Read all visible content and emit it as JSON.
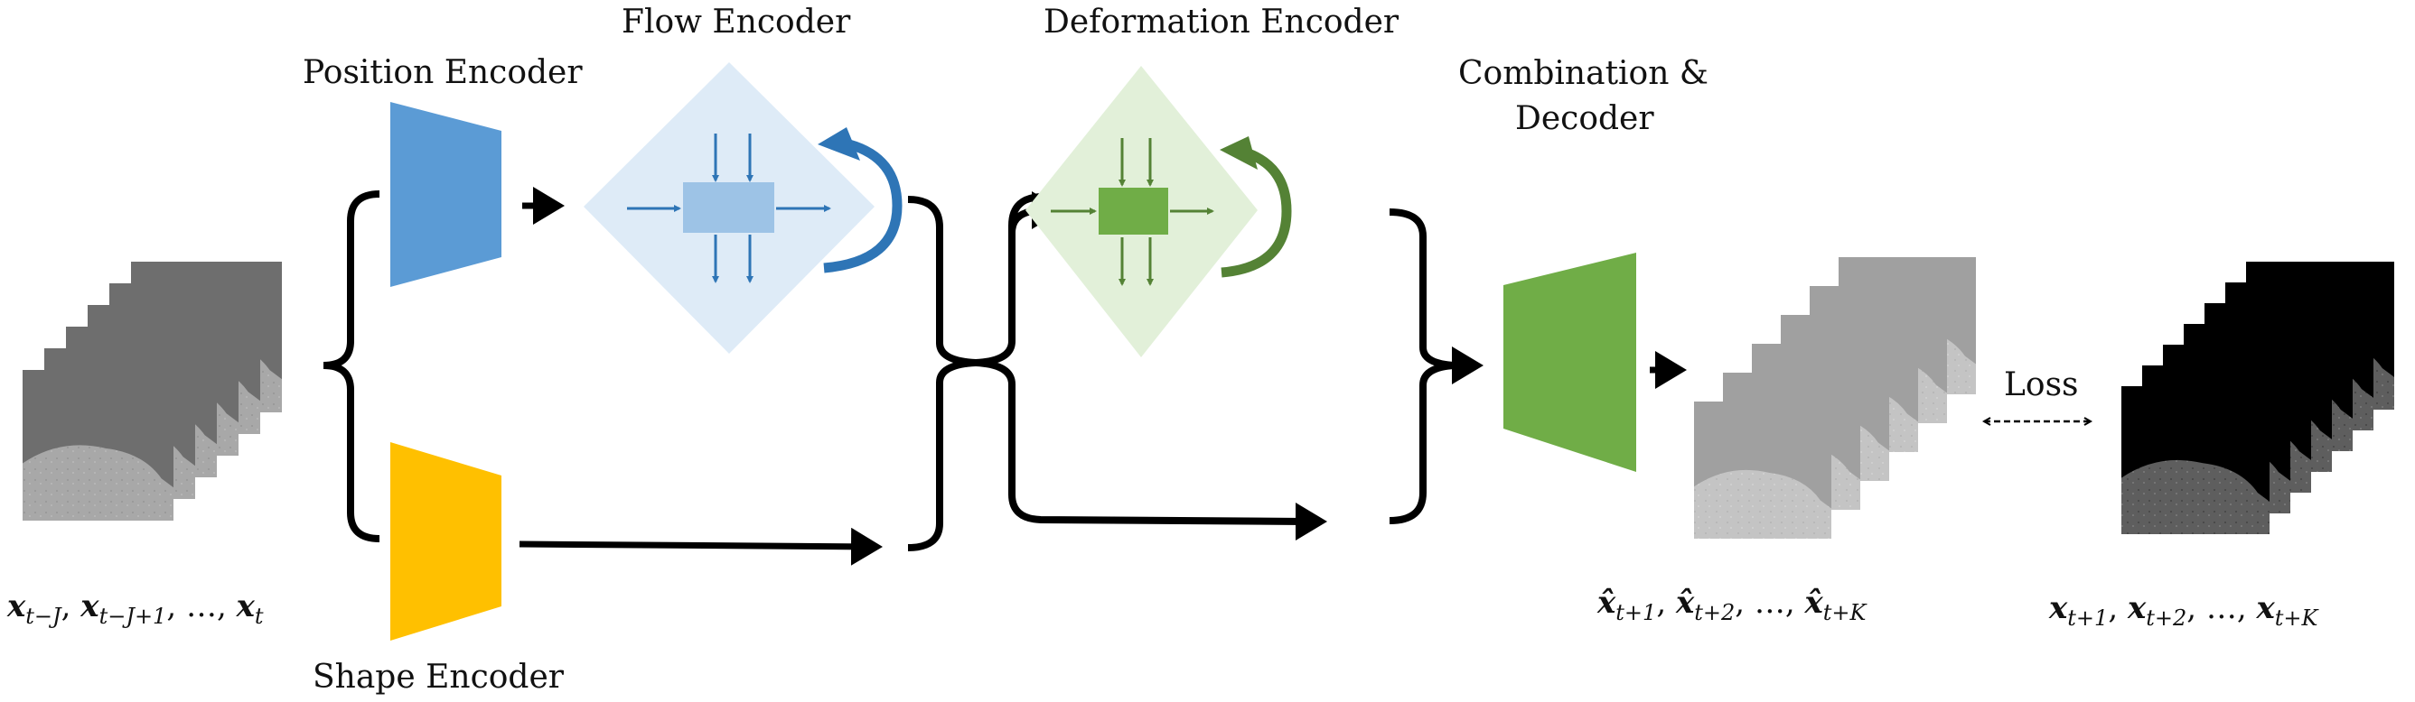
{
  "title": "Spatiotemporal prediction architecture diagram",
  "colors": {
    "position_encoder": "#5b9bd5",
    "shape_encoder": "#ffc000",
    "flow_diamond_bg": "#deebf7",
    "flow_inner_box": "#9dc3e6",
    "flow_arrows": "#2e75b6",
    "deform_diamond_bg": "#e2f0d9",
    "deform_inner_box": "#70ad47",
    "deform_arrows": "#548235",
    "decoder": "#70ad47",
    "connector": "#000000",
    "input_frame_dark": "#6e6e6e",
    "input_frame_light": "#a8a8a8",
    "pred_frame_dark": "#a0a0a0",
    "pred_frame_light": "#c4c4c4",
    "target_frame_dark": "#000000",
    "target_frame_light": "#666666"
  },
  "modules": {
    "position_encoder": "Position Encoder",
    "flow_encoder": "Flow Encoder",
    "deformation_encoder": "Deformation Encoder",
    "combination_decoder_line1": "Combination &",
    "combination_decoder_line2": "Decoder",
    "shape_encoder": "Shape Encoder",
    "loss": "Loss"
  },
  "sequences": {
    "input": {
      "frame_count": 6,
      "label_terms": [
        {
          "base": "x",
          "sub": "t−J",
          "sep": ", "
        },
        {
          "base": "x",
          "sub": "t−J+1",
          "sep": ", "
        },
        {
          "base": "…",
          "sub": "",
          "sep": ", "
        },
        {
          "base": "x",
          "sub": "t",
          "sep": ""
        }
      ]
    },
    "prediction": {
      "frame_count": 6,
      "label_terms": [
        {
          "base": "x̂",
          "sub": "t+1",
          "sep": ", "
        },
        {
          "base": "x̂",
          "sub": "t+2",
          "sep": ", "
        },
        {
          "base": "…",
          "sub": "",
          "sep": ", "
        },
        {
          "base": "x̂",
          "sub": "t+K",
          "sep": ""
        }
      ]
    },
    "target": {
      "frame_count": 7,
      "label_terms": [
        {
          "base": "x",
          "sub": "t+1",
          "sep": ", "
        },
        {
          "base": "x",
          "sub": "t+2",
          "sep": ", "
        },
        {
          "base": "…",
          "sub": "",
          "sep": ", "
        },
        {
          "base": "x",
          "sub": "t+K",
          "sep": ""
        }
      ]
    }
  }
}
